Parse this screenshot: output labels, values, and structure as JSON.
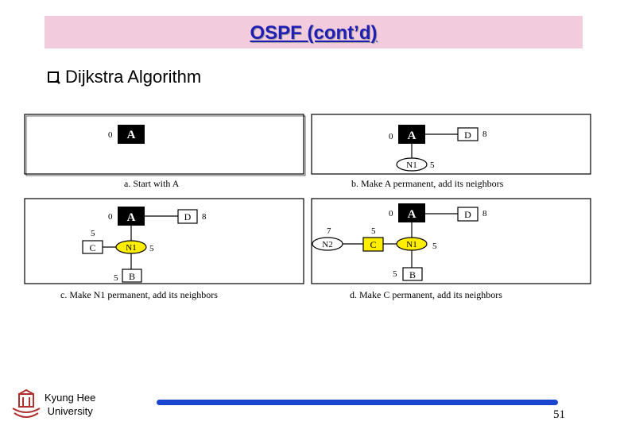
{
  "header": {
    "title": "OSPF (cont’d)"
  },
  "bullet": {
    "text": "Dijkstra Algorithm"
  },
  "panels": {
    "a": {
      "caption": "a. Start with  A",
      "node_a": "A",
      "cost_a": "0"
    },
    "b": {
      "caption": "b. Make A permanent, add its neighbors",
      "node_a": "A",
      "node_d": "D",
      "node_n1": "N1",
      "cost_a": "0",
      "cost_d": "8",
      "cost_n1": "5"
    },
    "c": {
      "caption": "c. Make N1 permanent, add its neighbors",
      "node_a": "A",
      "node_d": "D",
      "node_n1": "N1",
      "node_c": "C",
      "node_b": "B",
      "cost_a": "0",
      "cost_d": "8",
      "cost_n1": "5",
      "cost_c": "5",
      "cost_b": "5"
    },
    "d": {
      "caption": "d. Make  C permanent, add its neighbors",
      "node_a": "A",
      "node_d": "D",
      "node_n1": "N1",
      "node_c": "C",
      "node_b": "B",
      "node_n2": "N2",
      "cost_a": "0",
      "cost_d": "8",
      "cost_n1": "5",
      "cost_c": "5",
      "cost_b": "5",
      "cost_n2": "7"
    }
  },
  "footer": {
    "university_line1": "Kyung Hee",
    "university_line2": "University",
    "page_number": "51"
  },
  "colors": {
    "title": "#1f1fb4",
    "title_bar": "#f2cbdc",
    "permanent_fill": "#000000",
    "highlight_fill": "#ffee00",
    "footer_bar": "#1a45cf",
    "logo": "#b03030"
  }
}
